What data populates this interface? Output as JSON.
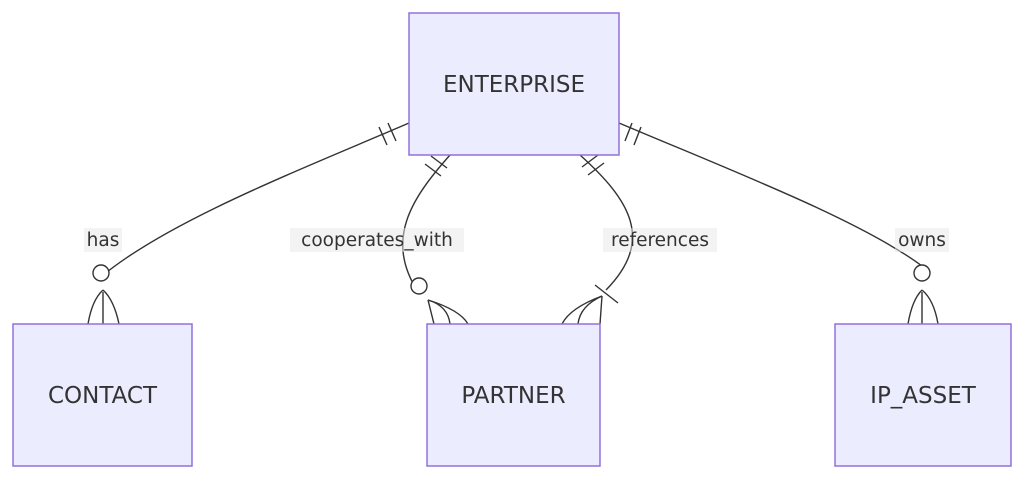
{
  "diagram": {
    "type": "entity-relationship",
    "entities": [
      {
        "id": "enterprise",
        "name": "ENTERPRISE"
      },
      {
        "id": "contact",
        "name": "CONTACT"
      },
      {
        "id": "partner",
        "name": "PARTNER"
      },
      {
        "id": "ip_asset",
        "name": "IP_ASSET"
      }
    ],
    "relationships": [
      {
        "id": "has",
        "label": "has",
        "from": "ENTERPRISE",
        "to": "CONTACT",
        "from_cardinality": "exactly-one",
        "to_cardinality": "zero-or-more"
      },
      {
        "id": "cooperates_with",
        "label": "cooperates_with",
        "from": "ENTERPRISE",
        "to": "PARTNER",
        "from_cardinality": "exactly-one",
        "to_cardinality": "zero-or-more"
      },
      {
        "id": "references",
        "label": "references",
        "from": "ENTERPRISE",
        "to": "PARTNER",
        "from_cardinality": "exactly-one",
        "to_cardinality": "one-or-more"
      },
      {
        "id": "owns",
        "label": "owns",
        "from": "ENTERPRISE",
        "to": "IP_ASSET",
        "from_cardinality": "exactly-one",
        "to_cardinality": "zero-or-more"
      }
    ],
    "colors": {
      "entity_fill": "#ececff",
      "entity_border": "#9370db",
      "line": "#333333",
      "text": "#333333"
    }
  }
}
